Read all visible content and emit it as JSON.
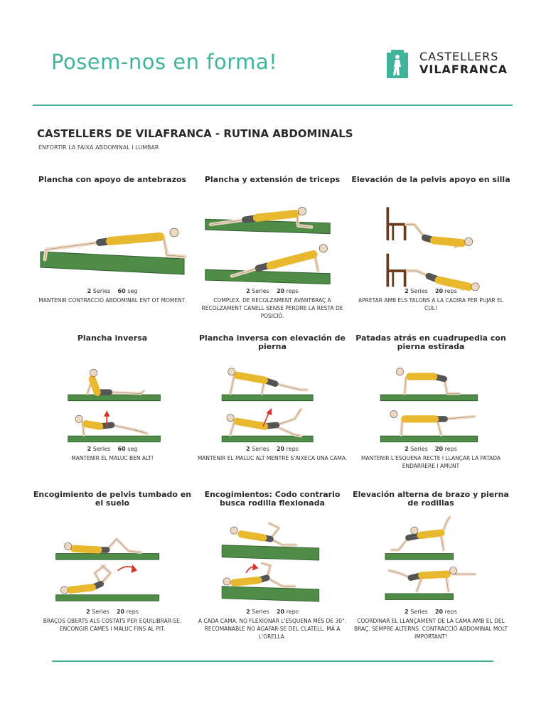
{
  "header": {
    "title": "Posem-nos en forma!",
    "logo_line1": "CASTELLERS",
    "logo_line2": "VILAFRANCA"
  },
  "document": {
    "title": "CASTELLERS DE VILAFRANCA - RUTINA ABDOMINALS",
    "subtitle": "ENFORTIR LA FAIXA ABDOMINAL I LUMBAR"
  },
  "colors": {
    "accent": "#3fb49a",
    "mat": "#4e8c48",
    "shirt": "#e8b82e",
    "shorts": "#555555",
    "skin": "#f0d8c0",
    "arrow": "#d8352a",
    "chair": "#6a3a1c"
  },
  "exercises": [
    {
      "title": "Plancha con apoyo de antebrazos",
      "series_count": "2",
      "series_label": "Series",
      "amount": "60",
      "unit": "seg",
      "description": "MANTENIR CONTRACCIÓ ABDOMINAL ENT OT MOMENT.",
      "icon": "forearm-plank-figure"
    },
    {
      "title": "Plancha y extensión de triceps",
      "series_count": "2",
      "series_label": "Series",
      "amount": "20",
      "unit": "reps",
      "description": "COMPLEX. DE RECOLZAMENT AVANTBRAÇ A RECOLZAMENT CANELL SENSE PERDRE LA RESTA DE POSICIÓ.",
      "icon": "plank-triceps-figure"
    },
    {
      "title": "Elevación de la pelvis apoyo en silla",
      "series_count": "2",
      "series_label": "Series",
      "amount": "20",
      "unit": "reps",
      "description": "APRETAR AMB ELS TALONS A LA CADIRA PER PUJAR EL CUL!",
      "icon": "chair-bridge-figure"
    },
    {
      "title": "Plancha inversa",
      "series_count": "2",
      "series_label": "Series",
      "amount": "60",
      "unit": "seg",
      "description": "MANTENIR EL MALUC BEN ALT!",
      "icon": "reverse-plank-figure"
    },
    {
      "title": "Plancha inversa con elevación de pierna",
      "series_count": "2",
      "series_label": "Series",
      "amount": "20",
      "unit": "reps",
      "description": "MANTENIR EL MALUC ALT MENTRE S'AIXECA UNA CAMA.",
      "icon": "reverse-plank-leg-figure"
    },
    {
      "title": "Patadas atrás en cuadrupedia con pierna estirada",
      "series_count": "2",
      "series_label": "Series",
      "amount": "20",
      "unit": "reps",
      "description": "MANTENIR L'ESQUENA RECTE I LLANÇAR LA PATADA ENDARRERE I AMUNT",
      "icon": "quadruped-kickback-figure"
    },
    {
      "title": "Encogimiento de pelvis tumbado en el suelo",
      "series_count": "2",
      "series_label": "Series",
      "amount": "20",
      "unit": "reps",
      "description": "BRAÇOS OBERTS ALS COSTATS PER EQUILIBRAR-SE. ENCONGIR CAMES I MALUC FINS AL PIT.",
      "icon": "pelvic-crunch-figure"
    },
    {
      "title": "Encogimientos: Codo contrario busca rodilla flexionada",
      "series_count": "2",
      "series_label": "Series",
      "amount": "20",
      "unit": "reps",
      "description": "A CADA CAMA. NO FLEXIONAR L'ESQUENA MÉS DE 30°. RECOMANABLE NO AGAFAR-SE DEL CLATELL. MÀ A L'ORELLA.",
      "icon": "bicycle-crunch-figure"
    },
    {
      "title": "Elevación alterna de brazo y pierna de rodillas",
      "series_count": "2",
      "series_label": "Series",
      "amount": "20",
      "unit": "reps",
      "description": "COORDINAR EL LLANÇAMENT DE LA CAMA AMB EL DEL BRAÇ. SEMPRE ALTERNS. CONTRACCIÓ ABDOMINAL MOLT IMPORTANT!",
      "icon": "bird-dog-figure"
    }
  ]
}
